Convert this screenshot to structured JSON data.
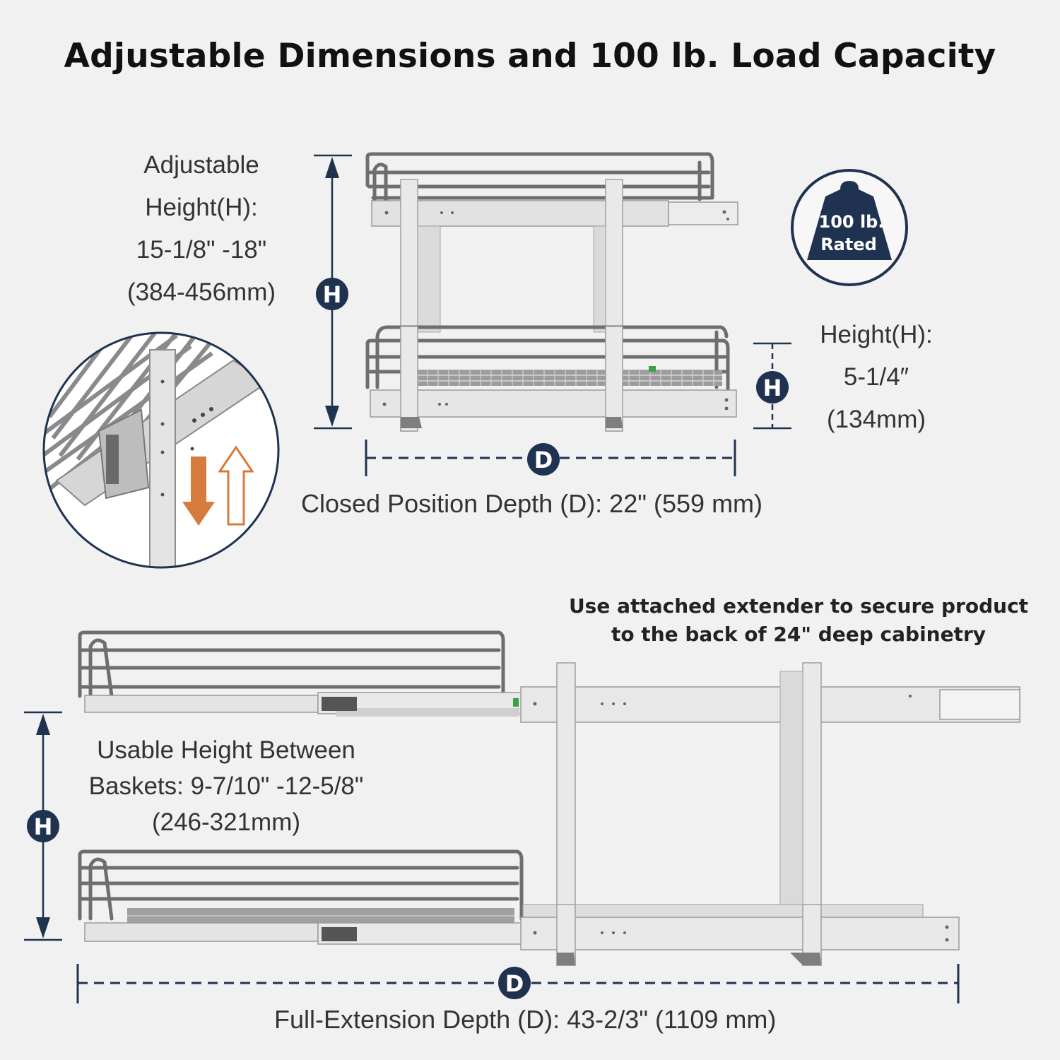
{
  "title": "Adjustable Dimensions and 100 lb. Load Capacity",
  "adjustable_height": {
    "lines": [
      "Adjustable",
      "Height(H):",
      "15-1/8\" -18\"",
      "(384-456mm)"
    ]
  },
  "basket_height": {
    "lines": [
      "Height(H):",
      "5-1/4″",
      "(134mm)"
    ]
  },
  "badge": {
    "line1": "100 lb.",
    "line2": "Rated"
  },
  "closed_depth": "Closed Position Depth (D): 22\" (559 mm)",
  "extender_note": [
    "Use attached extender to secure product",
    "to the back of 24\" deep cabinetry"
  ],
  "usable_height": {
    "lines": [
      "Usable Height Between",
      "Baskets: 9-7/10\" -12-5/8\"",
      "(246-321mm)"
    ]
  },
  "full_depth": "Full-Extension Depth (D): 43-2/3\" (1109 mm)",
  "markers": {
    "height": "H",
    "depth": "D"
  },
  "colors": {
    "navy": "#1f3350",
    "arrow_orange": "#d77a3e",
    "wire": "#6e6e70",
    "rail": "#dcdcdc"
  }
}
